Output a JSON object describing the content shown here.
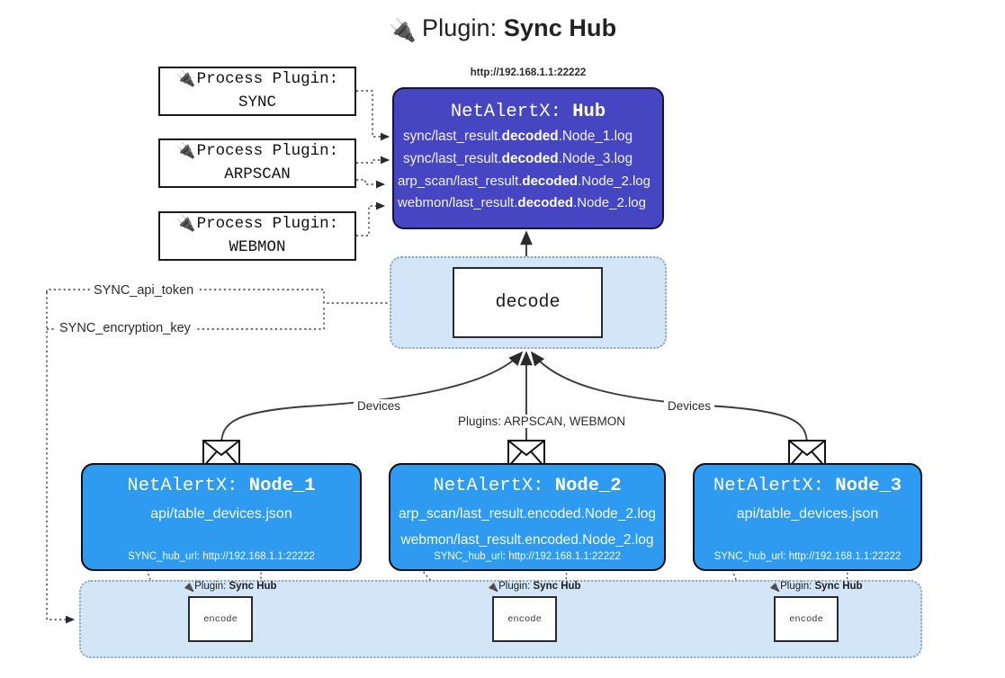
{
  "page": {
    "title_icon": "plug-icon",
    "title_prefix": "Plugin:",
    "title_name": "Sync Hub",
    "bg": "#ffffff"
  },
  "colors": {
    "hub_fill": "#4646c3",
    "node_fill": "#2e9bf0",
    "subgraph_fill": "#d2e6f8",
    "subgraph_border": "#8fa6b8",
    "box_border": "#1a1a1a",
    "edge": "#3a3a3a"
  },
  "process_plugins": [
    {
      "line1": "Process Plugin:",
      "line2": "SYNC"
    },
    {
      "line1": "Process Plugin:",
      "line2": "ARPSCAN"
    },
    {
      "line1": "Process Plugin:",
      "line2": "WEBMON"
    }
  ],
  "hub": {
    "url": "http://192.168.1.1:22222",
    "title_prefix": "NetAlertX:",
    "title_name": "Hub",
    "logs": [
      {
        "pre": "sync/last_result.",
        "mid": "decoded",
        "post": ".Node_1.log"
      },
      {
        "pre": "sync/last_result.",
        "mid": "decoded",
        "post": ".Node_3.log"
      },
      {
        "pre": "arp_scan/last_result.",
        "mid": "decoded",
        "post": ".Node_2.log"
      },
      {
        "pre": "webmon/last_result.",
        "mid": "decoded",
        "post": ".Node_2.log"
      }
    ]
  },
  "decode": {
    "label": "decode",
    "in_labels": [
      "SYNC_api_token",
      "SYNC_encryption_key"
    ],
    "edge_labels": {
      "left": "Devices",
      "center": "Plugins: ARPSCAN, WEBMON",
      "right": "Devices"
    }
  },
  "nodes": [
    {
      "title_prefix": "NetAlertX:",
      "title_name": "Node_1",
      "rows": [
        "api/table_devices.json"
      ],
      "footer": "SYNC_hub_url: http://192.168.1.1:22222",
      "icon": "envelope-icon"
    },
    {
      "title_prefix": "NetAlertX:",
      "title_name": "Node_2",
      "rows": [
        "arp_scan/last_result.encoded.Node_2.log",
        "webmon/last_result.encoded.Node_2.log"
      ],
      "footer": "SYNC_hub_url: http://192.168.1.1:22222",
      "icon": "envelope-icon"
    },
    {
      "title_prefix": "NetAlertX:",
      "title_name": "Node_3",
      "rows": [
        "api/table_devices.json"
      ],
      "footer": "SYNC_hub_url: http://192.168.1.1:22222",
      "icon": "envelope-icon"
    }
  ],
  "encode_subgraph": [
    {
      "label_prefix": "Plugin:",
      "label_name": "Sync Hub",
      "box": "encode"
    },
    {
      "label_prefix": "Plugin:",
      "label_name": "Sync Hub",
      "box": "encode"
    },
    {
      "label_prefix": "Plugin:",
      "label_name": "Sync Hub",
      "box": "encode"
    }
  ]
}
